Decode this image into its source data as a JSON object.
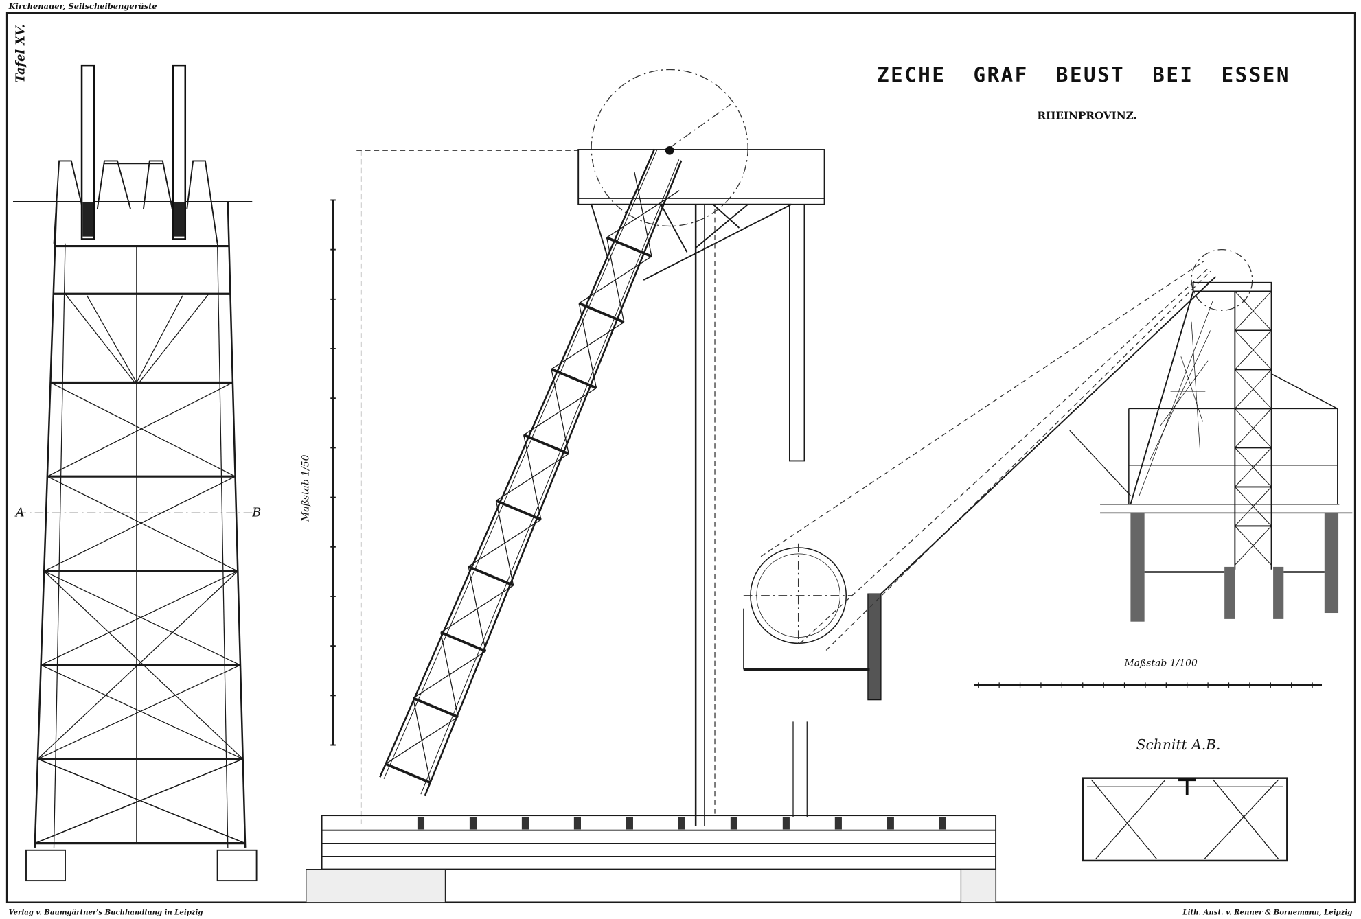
{
  "header": {
    "series_title": "Kirchenauer, Seilscheibengerüste",
    "plate": "Tafel XV."
  },
  "title": {
    "main": "ZECHE  GRAF  BEUST  BEI  ESSEN",
    "sub": "RHEINPROVINZ."
  },
  "labels": {
    "section_mark_a": "A",
    "section_mark_b": "B",
    "scale_vertical": "Maßstab 1/50",
    "scale_horizontal": "Maßstab 1/100",
    "section_title": "Schnitt A.B."
  },
  "footer": {
    "publisher": "Verlag v. Baumgärtner's Buchhandlung in Leipzig",
    "lithographer": "Lith. Anst. v. Renner & Bornemann, Leipzig"
  },
  "colors": {
    "ink": "#1a1a1a",
    "paper": "#ffffff"
  }
}
